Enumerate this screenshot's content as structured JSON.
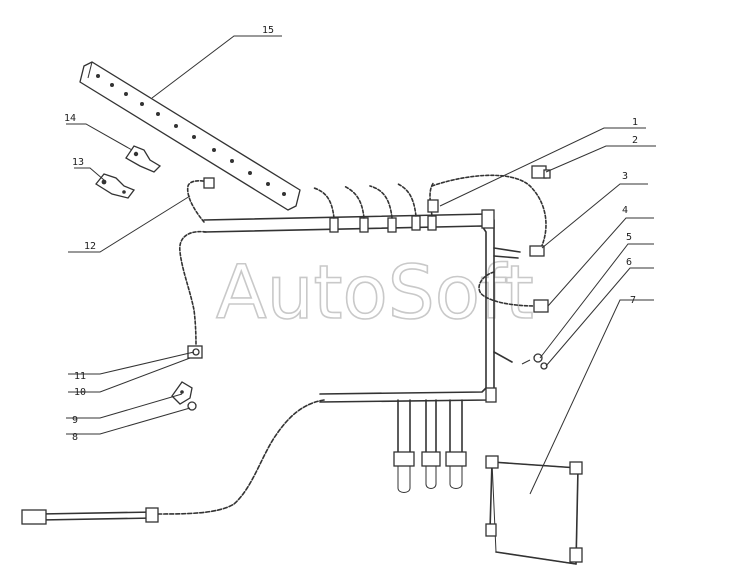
{
  "watermark": "AutoSoft",
  "callouts": [
    "1",
    "2",
    "3",
    "4",
    "5",
    "6",
    "7",
    "8",
    "9",
    "10",
    "11",
    "12",
    "13",
    "14",
    "15"
  ]
}
